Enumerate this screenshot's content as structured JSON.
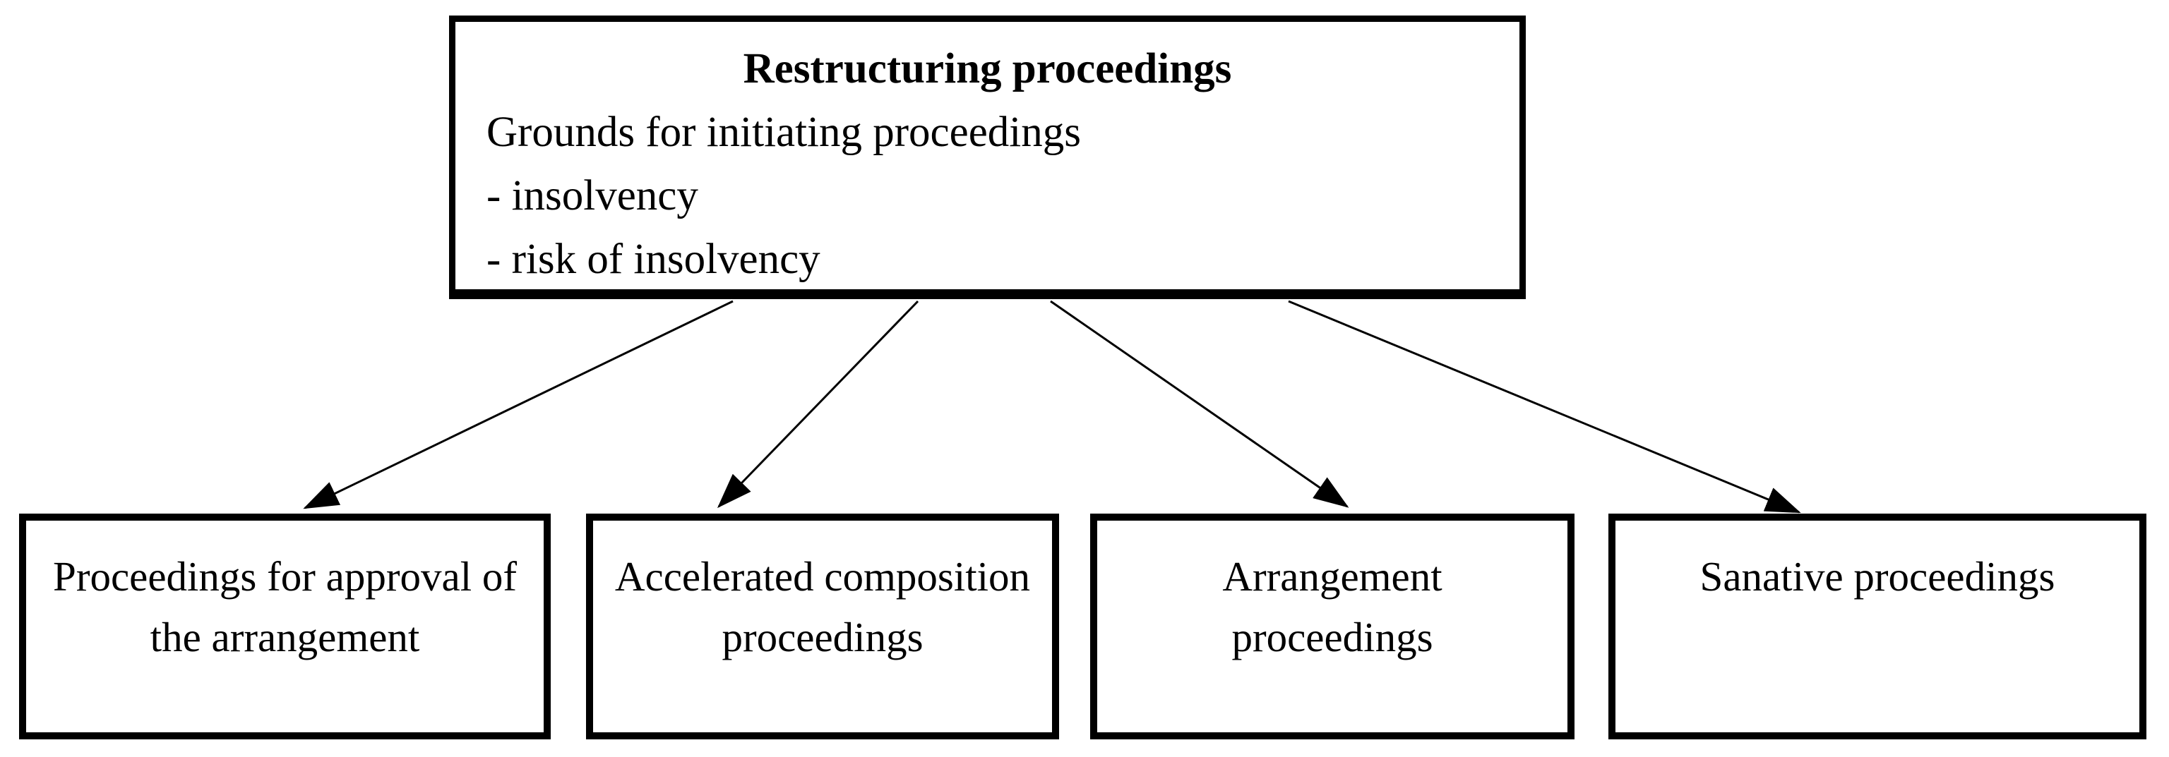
{
  "diagram": {
    "background_color": "#ffffff",
    "border_color": "#000000",
    "text_color": "#000000",
    "root": {
      "title": "Restructuring proceedings",
      "lines": [
        "Grounds for initiating proceedings",
        "- insolvency",
        "- risk of insolvency"
      ]
    },
    "children": [
      {
        "id": "approval",
        "label": "Proceedings for approval of the arrangement"
      },
      {
        "id": "accelerated",
        "label": "Accelerated composition proceedings"
      },
      {
        "id": "arrangement",
        "label": "Arrangement proceedings"
      },
      {
        "id": "sanative",
        "label": "Sanative proceedings"
      }
    ],
    "connections": [
      {
        "from": "root",
        "to": "approval"
      },
      {
        "from": "root",
        "to": "accelerated"
      },
      {
        "from": "root",
        "to": "arrangement"
      },
      {
        "from": "root",
        "to": "sanative"
      }
    ]
  }
}
